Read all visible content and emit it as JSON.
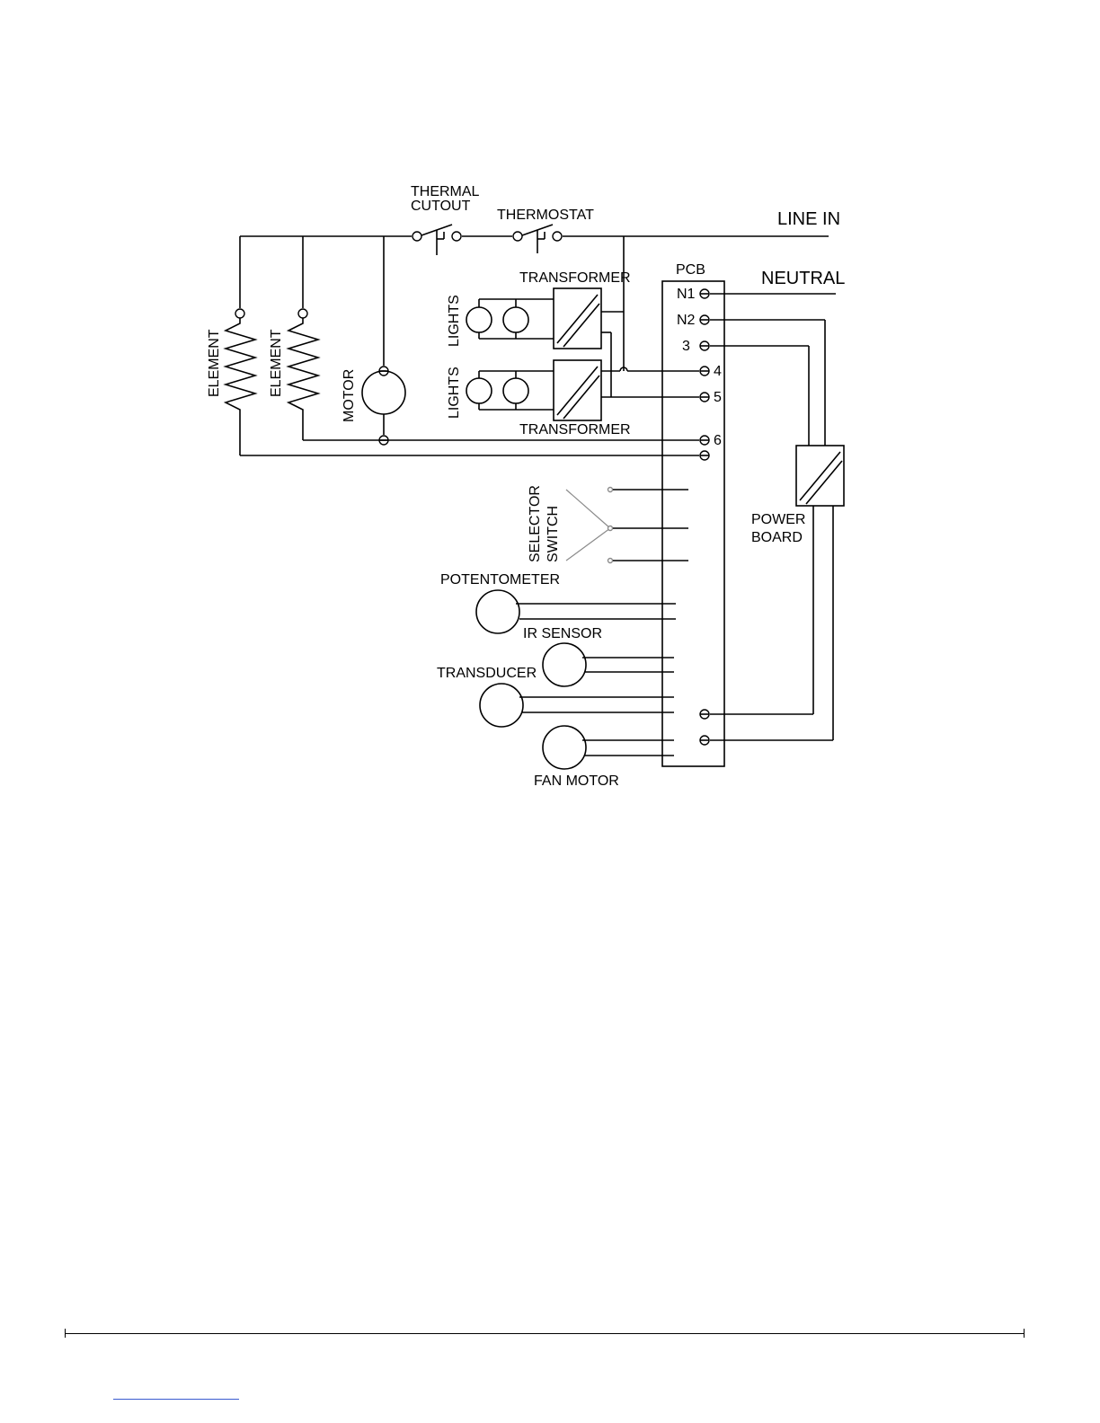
{
  "labels": {
    "thermal_cutout_line1": "THERMAL",
    "thermal_cutout_line2": "CUTOUT",
    "thermostat": "THERMOSTAT",
    "line_in": "LINE IN",
    "neutral": "NEUTRAL",
    "transformer_top": "TRANSFORMER",
    "transformer_bottom": "TRANSFORMER",
    "pcb": "PCB",
    "lights_top": "LIGHTS",
    "lights_bottom": "LIGHTS",
    "element_1": "ELEMENT",
    "element_2": "ELEMENT",
    "motor": "MOTOR",
    "selector_switch_line1": "SELECTOR",
    "selector_switch_line2": "SWITCH",
    "potentiometer": "POTENTOMETER",
    "ir_sensor": "IR SENSOR",
    "transducer": "TRANSDUCER",
    "fan_motor": "FAN MOTOR",
    "power_board_line1": "POWER",
    "power_board_line2": "BOARD"
  },
  "pcb_terminals": [
    "N1",
    "N2",
    "3",
    "4",
    "5",
    "6"
  ]
}
